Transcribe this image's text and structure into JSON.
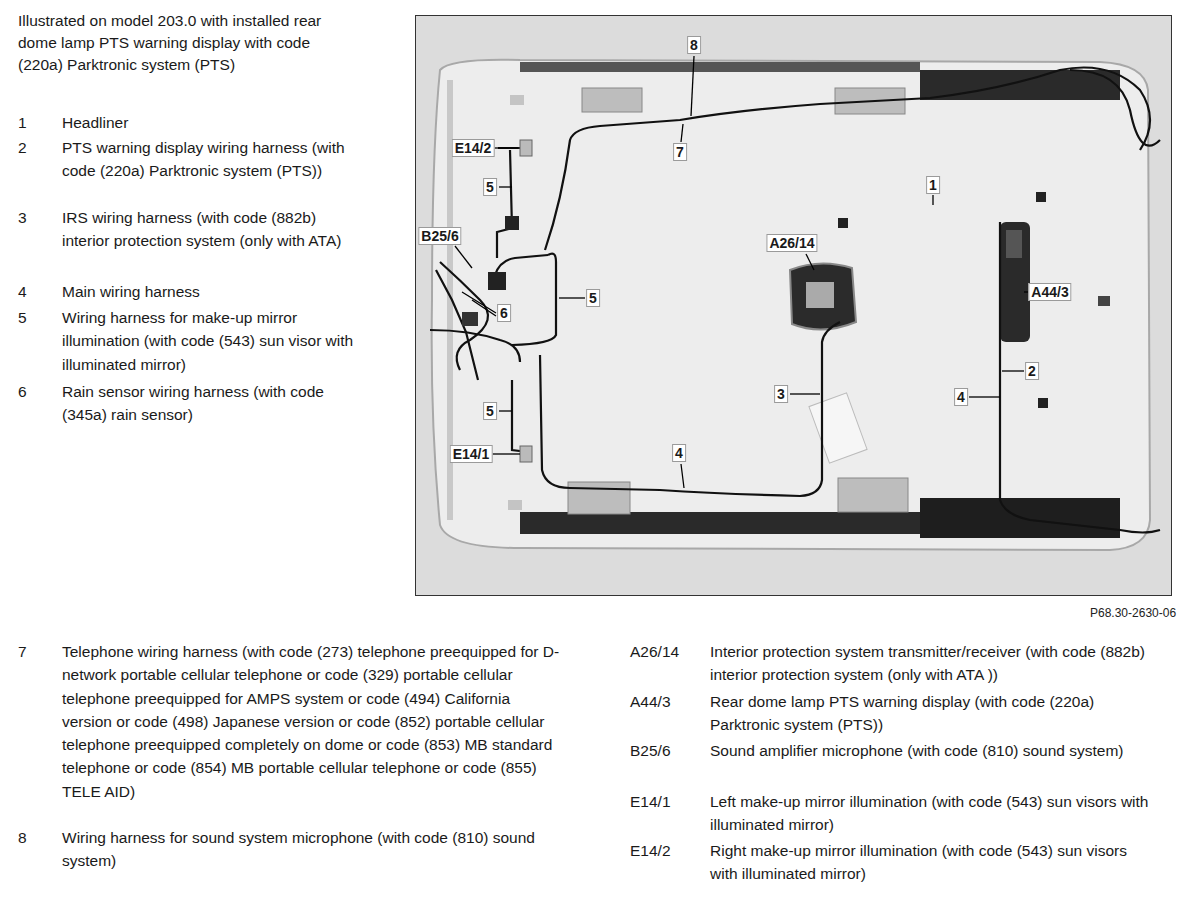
{
  "diagram": {
    "title": "Illustrated on model 203.0 with installed rear dome lamp PTS warning display with code (220a) Parktronic system (PTS)",
    "labels": [
      "1",
      "Headliner",
      "2",
      "PTS warning display wiring harness (with code (220a) Parktronic system (PTS))",
      "3",
      "IRS wiring harness (with code (882b) interior protection system (only with ATA)",
      "4",
      "Main wiring harness",
      "5",
      "Wiring harness for make-up mirror illumination (with code (543) sun visor with illuminated mirror)",
      "6",
      "Rain sensor wiring harness (with code (345a) rain sensor)",
      "8",
      "7",
      "E14/2",
      "1",
      "5",
      "B25/6",
      "A26/14",
      "5",
      "6",
      "A44/3",
      "2",
      "3",
      "4",
      "5",
      "E14/1",
      "4",
      "P68.30-2630-06",
      "7",
      "Telephone wiring harness (with code (273) telephone preequipped for D-network portable cellular telephone or code (329) portable cellular telephone preequipped for AMPS system or code (494) California version or code (498) Japanese version or code (852) portable cellular telephone preequipped completely on dome or code (853) MB standard telephone or code (854) MB portable cellular telephone or code (855) TELE AID)",
      "8",
      "Wiring harness for sound system microphone (with code (810) sound system)",
      "A26/14",
      "Interior protection system transmitter/receiver (with code (882b) interior protection system (only with ATA ))",
      "A44/3",
      "Rear dome lamp PTS warning display (with code (220a) Parktronic system (PTS))",
      "B25/6",
      "Sound amplifier microphone (with code (810) sound system)",
      "E14/1",
      "Left make-up mirror illumination (with code (543) sun visors with illuminated mirror)",
      "E14/2",
      "Right make-up mirror illumination (with code (543) sun visors with illuminated mirror)"
    ]
  }
}
